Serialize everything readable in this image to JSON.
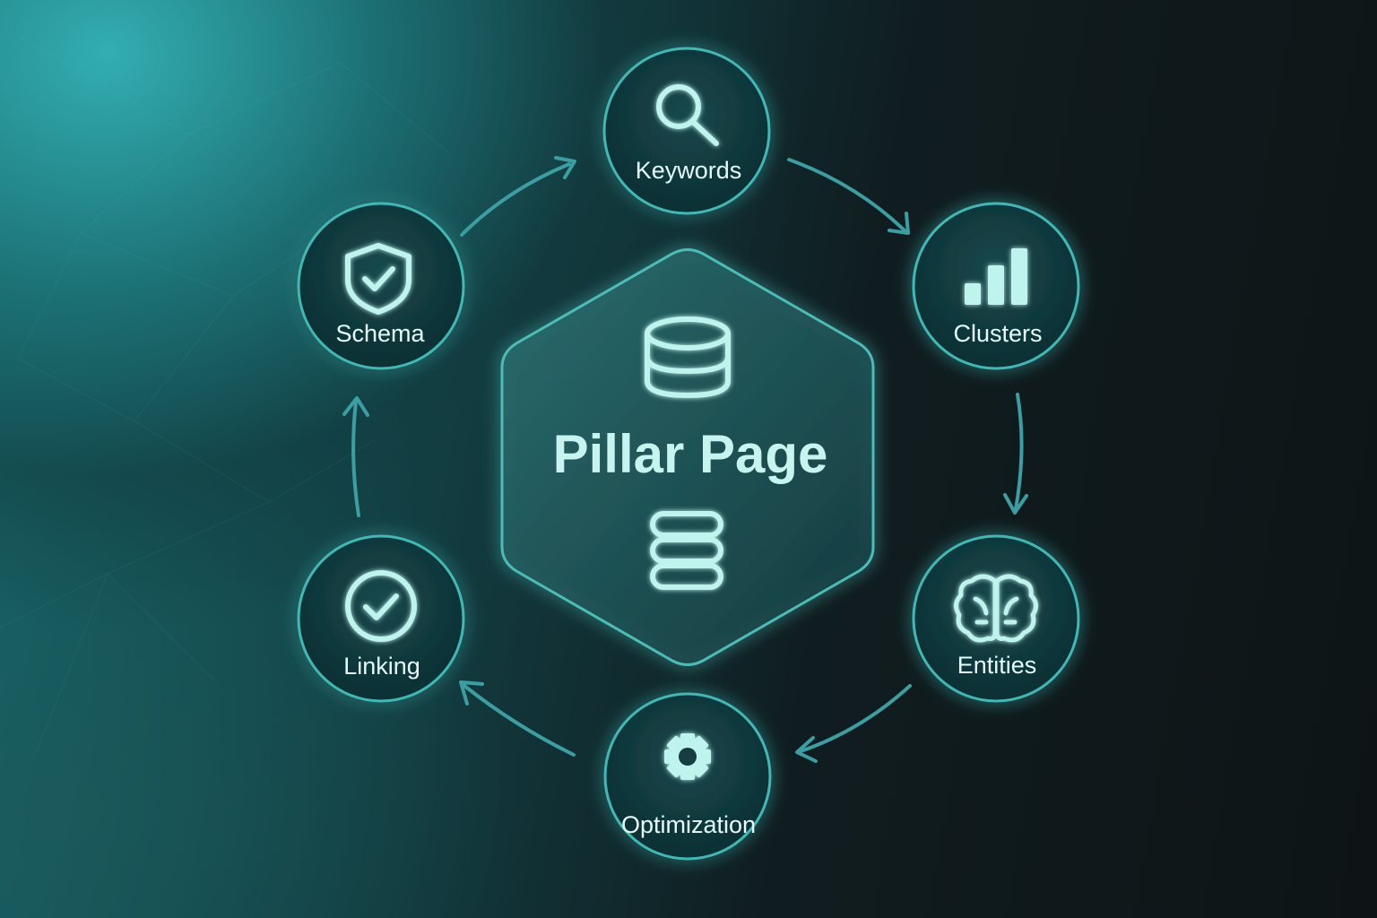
{
  "center": {
    "label": "Pillar Page",
    "icons": [
      "database-icon",
      "stacked-rows-icon"
    ]
  },
  "nodes": [
    {
      "label": "Keywords",
      "icon": "search-icon"
    },
    {
      "label": "Clusters",
      "icon": "bar-chart-icon"
    },
    {
      "label": "Entities",
      "icon": "brain-icon"
    },
    {
      "label": "Optimization",
      "icon": "gear-icon"
    },
    {
      "label": "Linking",
      "icon": "check-circle-icon"
    },
    {
      "label": "Schema",
      "icon": "shield-check-icon"
    }
  ],
  "flow_direction": "clockwise",
  "colors": {
    "accent": "#5fe3dc",
    "icon": "#bff3ee",
    "node_fill": "#0f3b3f",
    "node_border": "#3fb8b6",
    "arrow": "#3a9ea2",
    "text": "#e6fbfa"
  }
}
